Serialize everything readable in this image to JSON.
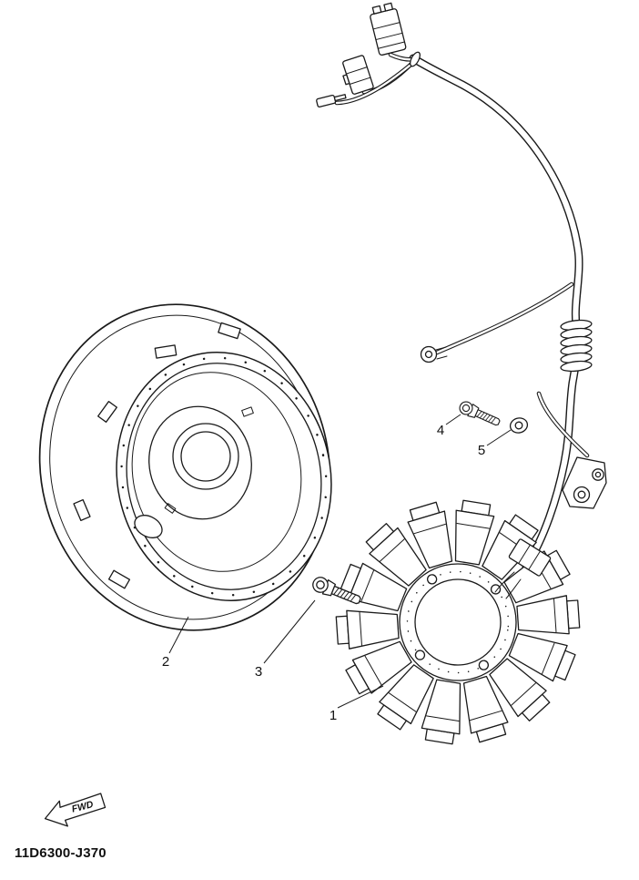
{
  "figure": {
    "part_code": "11D6300-J370",
    "fwd_label": "FWD",
    "callouts": {
      "c1": "1",
      "c2": "2",
      "c3": "3",
      "c4": "4",
      "c5": "5"
    },
    "colors": {
      "line": "#1a1a1a",
      "background": "#ffffff"
    }
  }
}
